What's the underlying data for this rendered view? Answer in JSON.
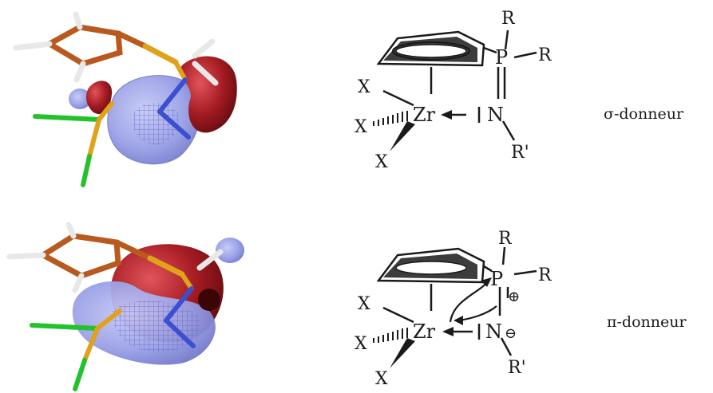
{
  "panels": [
    {
      "id": "sigma",
      "donor_label": "σ-donneur",
      "atoms": {
        "metal": "Zr",
        "phosphorus": "P",
        "nitrogen": "N",
        "ligand_x_1": "X",
        "ligand_x_2": "X",
        "ligand_x_3": "X",
        "r_top": "R",
        "r_right": "R",
        "r_prime": "R'"
      },
      "lobe_colors": {
        "positive": "#9aa0e6",
        "negative": "#a51b22"
      }
    },
    {
      "id": "pi",
      "donor_label": "π-donneur",
      "atoms": {
        "metal": "Zr",
        "phosphorus": "P",
        "nitrogen": "N",
        "ligand_x_1": "X",
        "ligand_x_2": "X",
        "ligand_x_3": "X",
        "r_top": "R",
        "r_right": "R",
        "r_prime": "R'",
        "charge_p": "⊕",
        "charge_n": "⊖"
      },
      "lobe_colors": {
        "positive": "#9aa0e6",
        "negative": "#a51b22"
      }
    }
  ],
  "colors": {
    "carbon_bond": "#b85a1e",
    "phosphorus_bond": "#e0a21a",
    "nitrogen_bond": "#3b4fd0",
    "halide_bond": "#22c22a",
    "hydrogen": "#e8e8e8",
    "ink": "#1a1a1a"
  }
}
